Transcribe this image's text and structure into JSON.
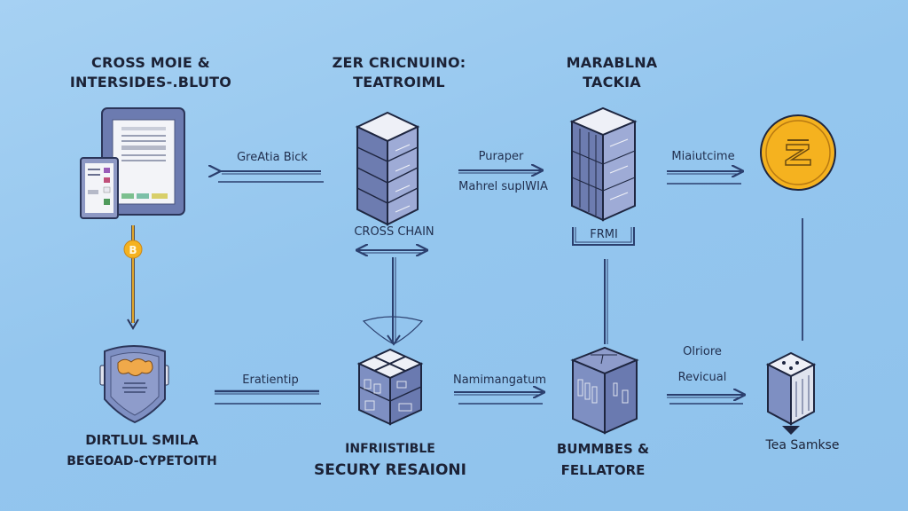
{
  "columns": [
    {
      "title_lines": [
        "CROSS MOIE &",
        "INTERSIDES-.BLUTO"
      ],
      "top_icon": "document-tablet-icon",
      "connector_badge": "bitcoin-coin-icon",
      "bottom_icon": "shield-icon",
      "bottom_caption_lines": [
        "DIRTLUL SMILA",
        "BEGEOAD-CYPETOITH"
      ]
    },
    {
      "title_lines": [
        "ZER CRICNUINO:",
        "TEATROIML"
      ],
      "top_icon": "server-tower-icon",
      "top_label": "CROSS CHAIN",
      "bottom_icon": "cube-block-icon",
      "bottom_caption_lines": [
        "INFRIISTIBLE",
        "SECURY RESAIONI"
      ]
    },
    {
      "title_lines": [
        "MARABLNA",
        "TACKIA"
      ],
      "top_icon": "server-rack-icon",
      "top_label": "FRMI",
      "bottom_icon": "package-box-icon",
      "bottom_caption_lines": [
        "BUMMBES &",
        "FELLATORE"
      ]
    },
    {
      "top_icon": "z-token-coin-icon",
      "bottom_icon": "storage-cube-icon",
      "bottom_caption_lines": [
        "Tea Samkse"
      ]
    }
  ],
  "arrows": {
    "top_row": [
      {
        "label": "GreAtia Bick",
        "direction": "left"
      },
      {
        "label_above": "Puraper",
        "label_below": "Mahrel suplWIA",
        "direction": "right"
      },
      {
        "label": "Miaiutcime",
        "direction": "right"
      }
    ],
    "bottom_row": [
      {
        "label": "Eratientip",
        "direction": "none"
      },
      {
        "label": "Namimangatum",
        "direction": "right"
      },
      {
        "label_lines": [
          "Olriore",
          "Revicual"
        ],
        "direction": "right"
      }
    ]
  },
  "colors": {
    "background": "#94c6ee",
    "line": "#2b3f6e",
    "coin": "#f5b21f",
    "gold_arrow": "#e0a52a",
    "block_face": "#7e8fc2",
    "block_top": "#eef0f7"
  }
}
